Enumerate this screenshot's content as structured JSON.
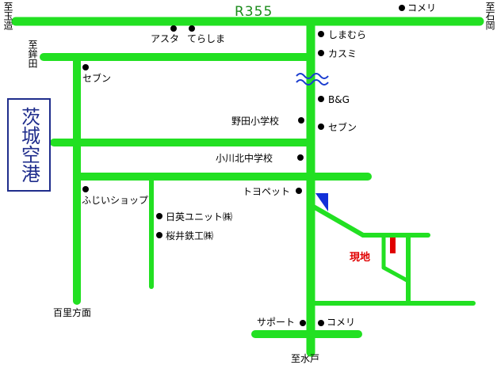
{
  "route_label": "R355",
  "airport": "茨城空港",
  "site_label": "現地",
  "directions": {
    "tamatsukuri": "至玉造",
    "ishioka": "至石岡",
    "hokota": "至鉾田",
    "mito": "至水戸",
    "hyakuri": "百里方面"
  },
  "landmarks": {
    "komeri_top": "コメリ",
    "asuta": "アスタ",
    "terashima": "てらしま",
    "shimamura": "しまむら",
    "kasumi": "カスミ",
    "seven_left": "セブン",
    "bg": "B&G",
    "noda_school": "野田小学校",
    "seven_right": "セブン",
    "ogawa_school": "小川北中学校",
    "toyopet": "トヨペット",
    "fujii_shop": "ふじいショップ",
    "nichiei": "日英ユニット㈱",
    "sakurai": "桜井鉄工㈱",
    "support": "サポート",
    "komeri_bottom": "コメリ"
  },
  "colors": {
    "road": "#22e022",
    "airport": "#1f2d8c",
    "site_marker": "#e00000",
    "river": "#1a3ccf",
    "route_text": "#1c8c1c",
    "triangle": "#1230d8"
  }
}
